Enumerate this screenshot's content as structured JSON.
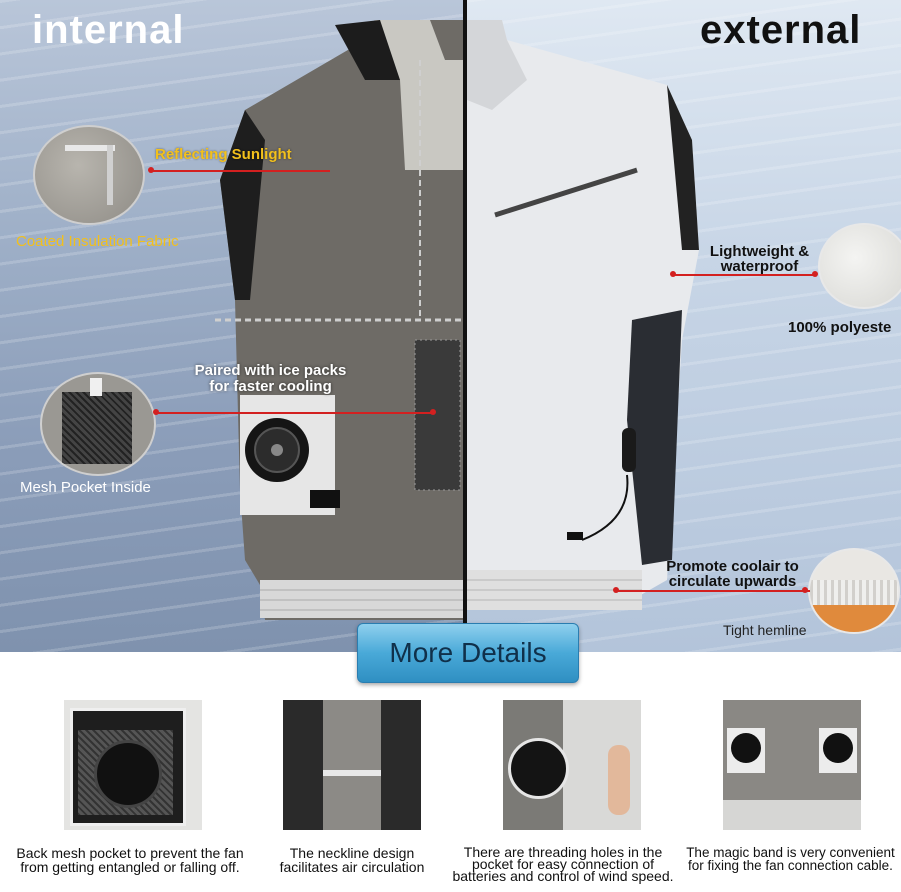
{
  "hero": {
    "title_left": "internal",
    "title_right": "external",
    "labels": {
      "reflecting": "Reflecting Sunlight",
      "coated": "Coated Insulation Fabric",
      "paired_line1": "Paired with ice packs",
      "paired_line2": "for faster cooling",
      "mesh": "Mesh Pocket Inside",
      "lightweight_line1": "Lightweight &",
      "lightweight_line2": "waterproof",
      "polyester": "100% polyeste",
      "coolair_line1": "Promote coolair to",
      "coolair_line2": "circulate upwards",
      "hemline": "Tight hemline"
    }
  },
  "button": {
    "label": "More Details"
  },
  "details": [
    {
      "line1": "Back mesh pocket to prevent the fan",
      "line2": "from getting entangled or falling off.",
      "line3": ""
    },
    {
      "line1": "The neckline design",
      "line2": "facilitates air circulation",
      "line3": ""
    },
    {
      "line1": "There are threading holes in the",
      "line2": "pocket for easy connection of",
      "line3": "batteries and control of wind speed."
    },
    {
      "line1": "The magic band is very convenient",
      "line2": "for fixing the fan connection cable.",
      "line3": ""
    }
  ],
  "colors": {
    "accent_yellow": "#f2c01c",
    "leader_red": "#d32020",
    "button_blue": "#49a9d8"
  }
}
